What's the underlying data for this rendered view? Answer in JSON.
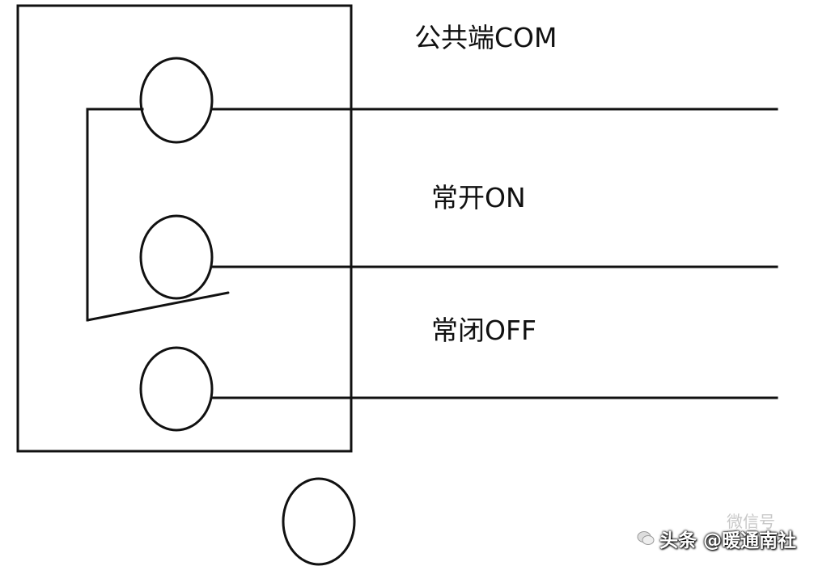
{
  "labels": {
    "com": "公共端COM",
    "on": "常开ON",
    "off": "常闭OFF"
  },
  "watermark": {
    "text": "头条 @暖通南社",
    "faint_text": "微信号"
  },
  "colors": {
    "stroke": "#111111",
    "background": "#ffffff"
  }
}
